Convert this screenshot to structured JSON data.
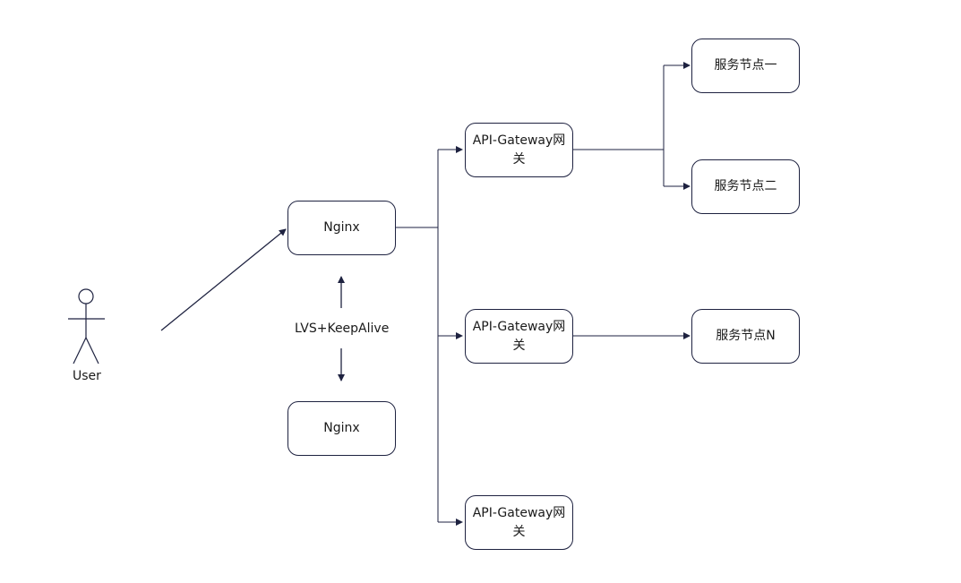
{
  "colors": {
    "stroke": "#1e2240",
    "text": "#1a1a1a",
    "background": "#ffffff"
  },
  "actor": {
    "label": "User",
    "icon": "stick-figure-icon"
  },
  "nodes": {
    "nginx_primary": "Nginx",
    "nginx_backup": "Nginx",
    "gateway_1": "API-Gateway网关",
    "gateway_2": "API-Gateway网关",
    "gateway_3": "API-Gateway网关",
    "service_1": "服务节点一",
    "service_2": "服务节点二",
    "service_n": "服务节点N"
  },
  "labels": {
    "failover": "LVS+KeepAlive"
  }
}
